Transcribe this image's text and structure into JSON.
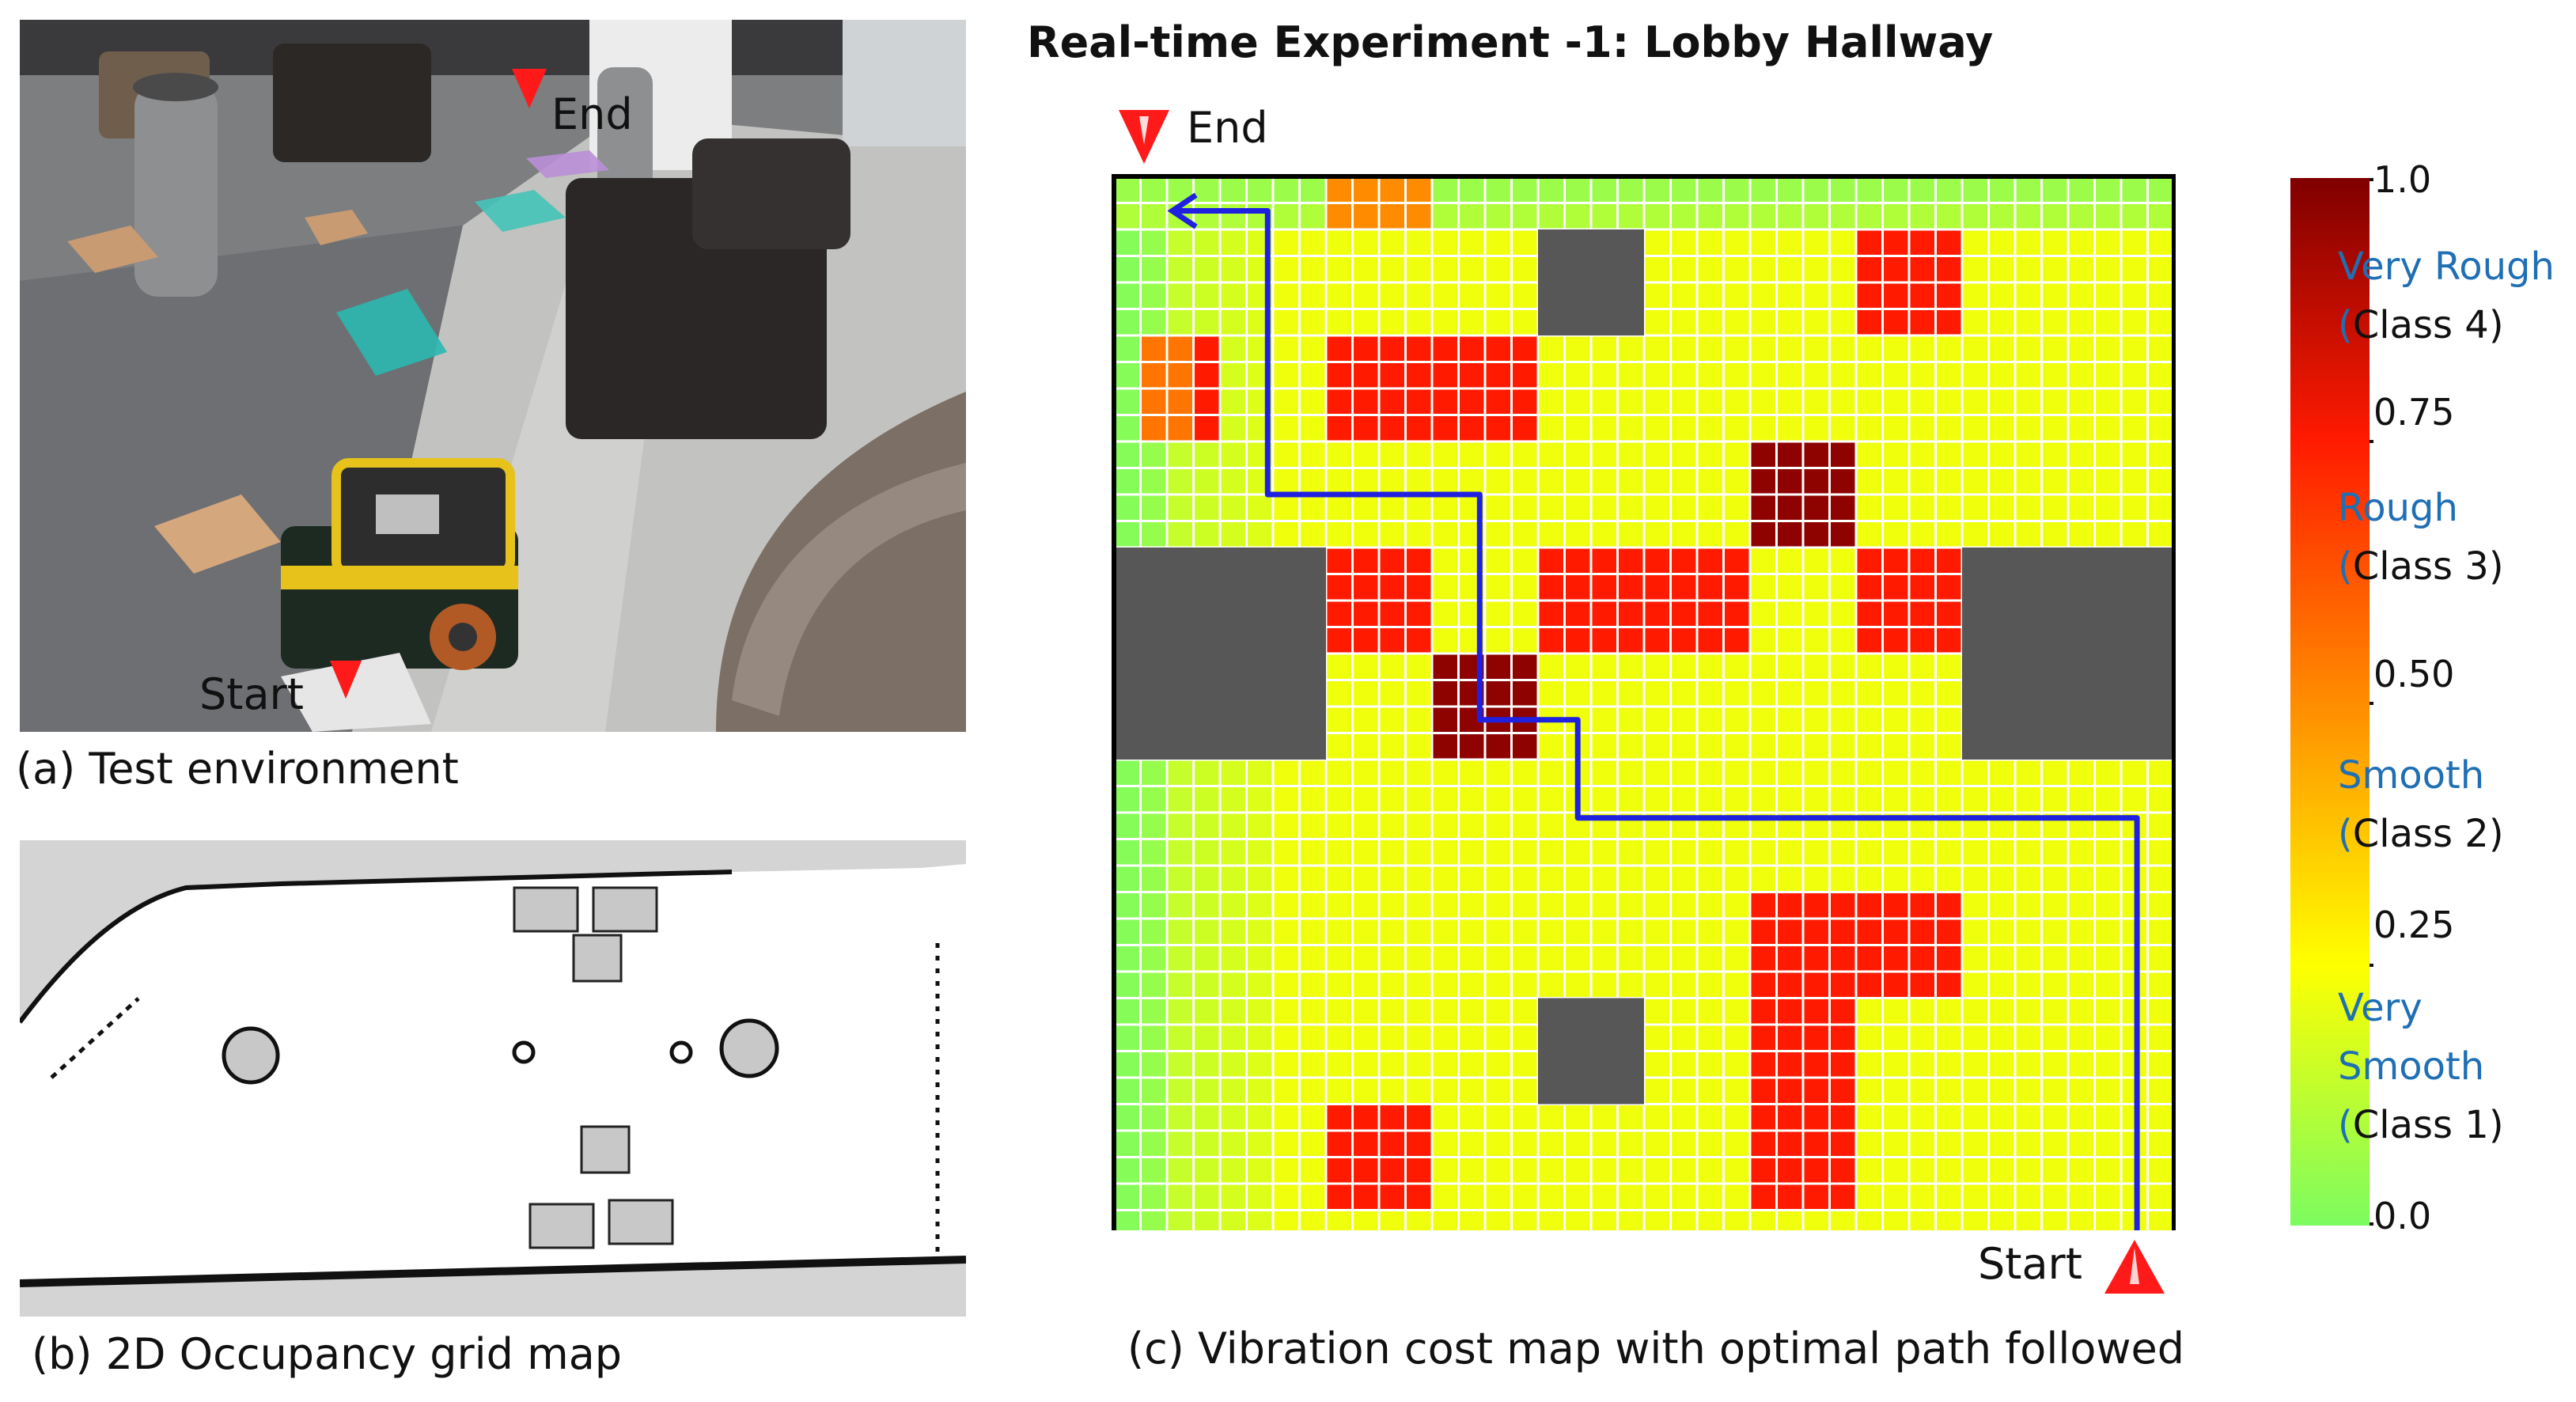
{
  "panel_a": {
    "caption": "(a) Test environment",
    "start_label": "Start",
    "end_label": "End"
  },
  "panel_b": {
    "caption": "(b) 2D Occupancy grid map"
  },
  "panel_c": {
    "title": "Real-time Experiment -1: Lobby Hallway",
    "caption": "(c) Vibration cost map with optimal path followed",
    "start_label": "Start",
    "end_label": "End",
    "path_color": "#2020e0",
    "obstacle_color": "#575757"
  },
  "colorbar": {
    "ticks": [
      "1.0",
      "0.75",
      "0.50",
      "0.25",
      "0.0"
    ],
    "classes": [
      {
        "line1": "Very Rough",
        "line2_paren": "(",
        "line2": "Class 4)"
      },
      {
        "line1": "Rough",
        "line2_paren": "(",
        "line2": "Class 3)"
      },
      {
        "line1": "Smooth",
        "line2_paren": "(",
        "line2": "Class 2)"
      },
      {
        "line1a": "Very",
        "line1b": "Smooth",
        "line2_paren": "(",
        "line2": "Class 1)"
      }
    ],
    "colors": [
      "#7f0000",
      "#ff1a00",
      "#ff8c00",
      "#ffff00",
      "#7cfc60"
    ]
  }
}
